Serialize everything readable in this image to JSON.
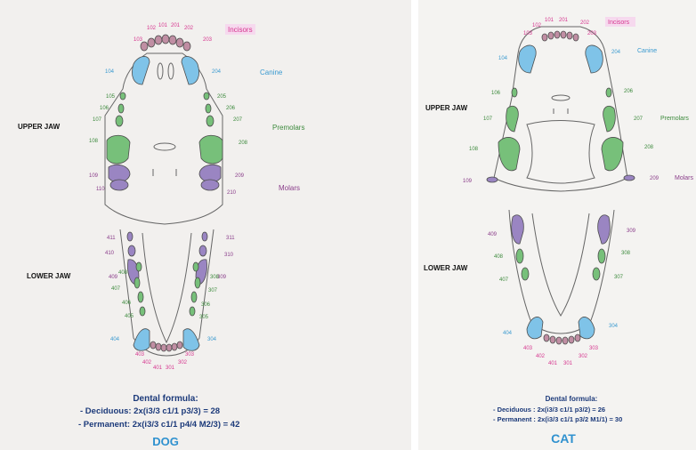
{
  "dog": {
    "upper_jaw": "UPPER JAW",
    "lower_jaw": "LOWER JAW",
    "incisors": "Incisors",
    "canine": "Canine",
    "premolars": "Premolars",
    "molars": "Molars",
    "title": "DOG",
    "formula_title": "Dental formula:",
    "deciduous": "- Deciduous: 2x(i3/3 c1/1 p3/3) = 28",
    "permanent": "- Permanent: 2x(i3/3 c1/1 p4/4 M2/3) = 42",
    "teeth": {
      "n101": "101",
      "n102": "102",
      "n103": "103",
      "n201": "201",
      "n202": "202",
      "n203": "203",
      "n104": "104",
      "n204": "204",
      "n105": "105",
      "n106": "106",
      "n107": "107",
      "n108": "108",
      "n205": "205",
      "n206": "206",
      "n207": "207",
      "n208": "208",
      "n109": "109",
      "n110": "110",
      "n209": "209",
      "n210": "210",
      "n411": "411",
      "n410": "410",
      "n409": "409",
      "n311": "311",
      "n310": "310",
      "n309": "309",
      "n408": "408",
      "n407": "407",
      "n406": "406",
      "n405": "405",
      "n308": "308",
      "n307": "307",
      "n306": "306",
      "n305": "305",
      "n404": "404",
      "n304": "304",
      "n403": "403",
      "n402": "402",
      "n401": "401",
      "n301": "301",
      "n302": "302",
      "n303": "303"
    }
  },
  "cat": {
    "upper_jaw": "UPPER JAW",
    "lower_jaw": "LOWER JAW",
    "incisors": "Incisors",
    "canine": "Canine",
    "premolars": "Premolars",
    "molars": "Molars",
    "title": "CAT",
    "formula_title": "Dental formula:",
    "deciduous": "- Deciduous : 2x(i3/3 c1/1 p3/2) = 26",
    "permanent": "- Permanent : 2x(i3/3 c1/1 p3/2 M1/1) = 30",
    "teeth": {
      "n101": "101",
      "n102": "102",
      "n103": "103",
      "n201": "201",
      "n202": "202",
      "n203": "203",
      "n104": "104",
      "n204": "204",
      "n106": "106",
      "n107": "107",
      "n108": "108",
      "n206": "206",
      "n207": "207",
      "n208": "208",
      "n109": "109",
      "n209": "209",
      "n409": "409",
      "n408": "408",
      "n407": "407",
      "n309": "309",
      "n308": "308",
      "n307": "307",
      "n404": "404",
      "n304": "304",
      "n403": "403",
      "n402": "402",
      "n401": "401",
      "n301": "301",
      "n302": "302",
      "n303": "303"
    }
  }
}
